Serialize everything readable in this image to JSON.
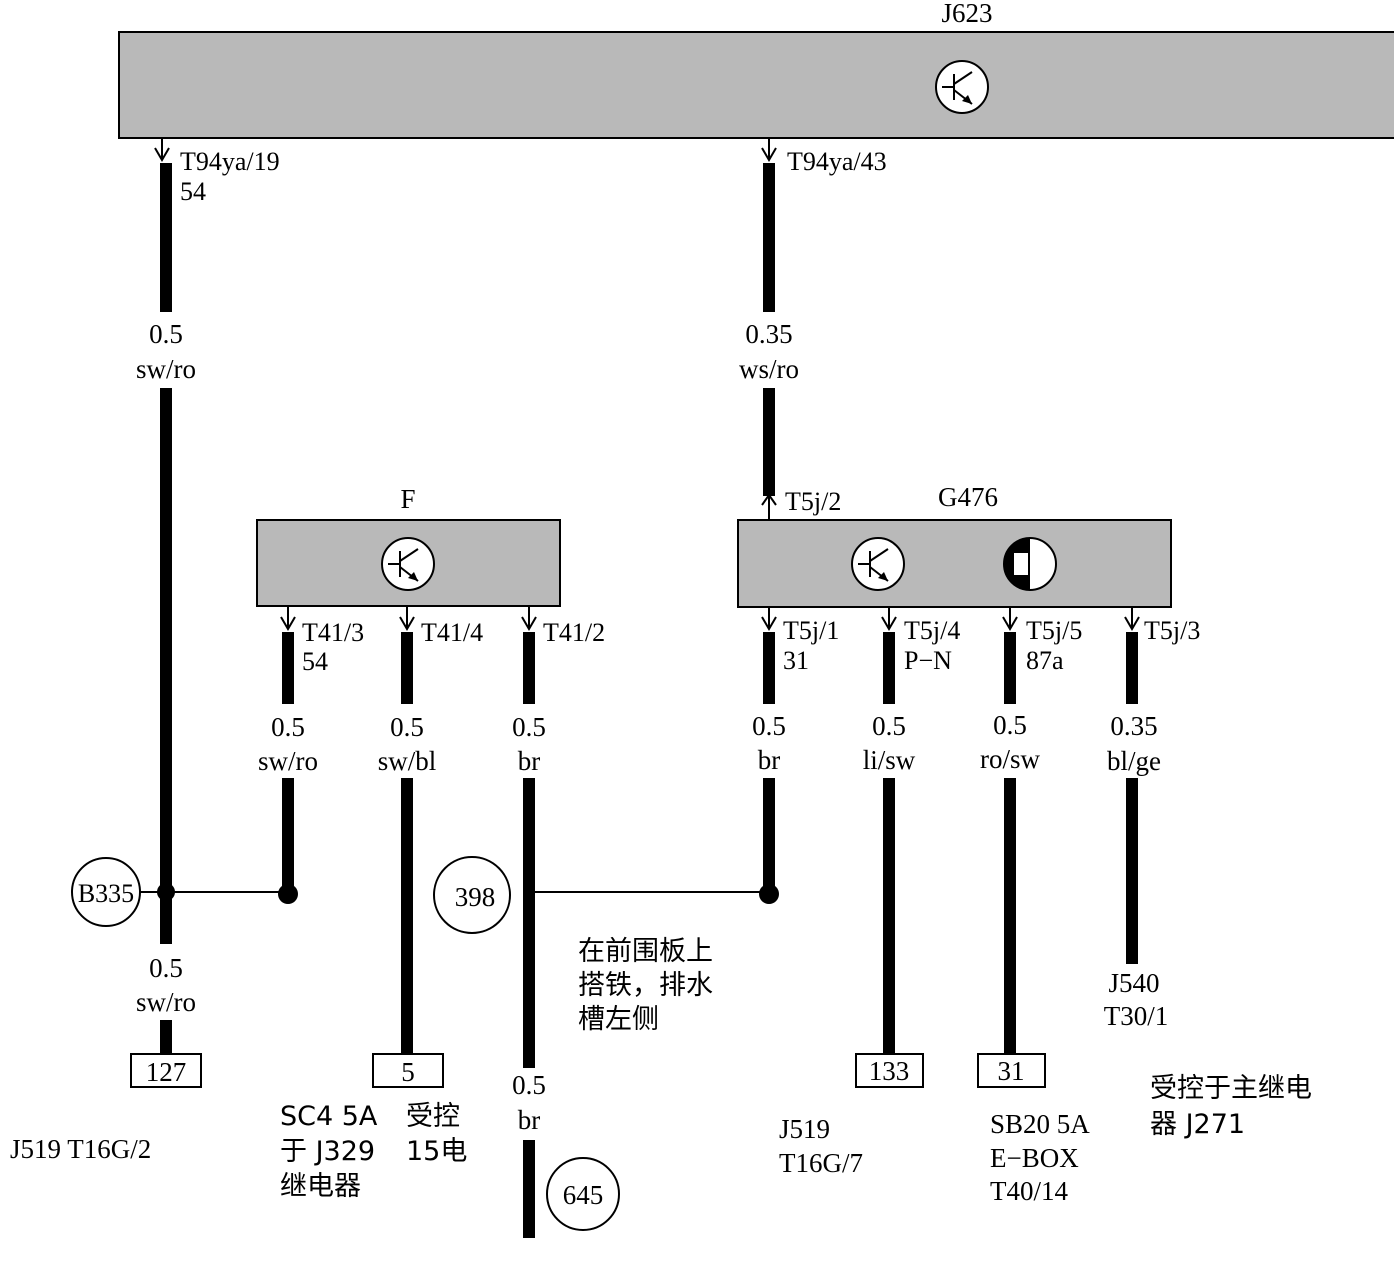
{
  "components": {
    "j623": {
      "label": "J623"
    },
    "f": {
      "label": "F"
    },
    "g476": {
      "label": "G476"
    }
  },
  "pins": {
    "t94ya_19": {
      "label": "T94ya/19",
      "sub": "54"
    },
    "t94ya_43": {
      "label": "T94ya/43"
    },
    "t5j_2": {
      "label": "T5j/2"
    },
    "t41_3": {
      "label": "T41/3",
      "sub": "54"
    },
    "t41_4": {
      "label": "T41/4"
    },
    "t41_2": {
      "label": "T41/2"
    },
    "t5j_1": {
      "label": "T5j/1",
      "sub": "31"
    },
    "t5j_4": {
      "label": "T5j/4",
      "sub": "P−N"
    },
    "t5j_5": {
      "label": "T5j/5",
      "sub": "87a"
    },
    "t5j_3": {
      "label": "T5j/3"
    }
  },
  "wires": {
    "w_left_top": {
      "size": "0.5",
      "color": "sw/ro"
    },
    "w_mid_top": {
      "size": "0.35",
      "color": "ws/ro"
    },
    "w_f1": {
      "size": "0.5",
      "color": "sw/ro"
    },
    "w_f2": {
      "size": "0.5",
      "color": "sw/bl"
    },
    "w_f3": {
      "size": "0.5",
      "color": "br"
    },
    "w_g1": {
      "size": "0.5",
      "color": "br"
    },
    "w_g4": {
      "size": "0.5",
      "color": "li/sw"
    },
    "w_g5": {
      "size": "0.5",
      "color": "ro/sw"
    },
    "w_g3": {
      "size": "0.35",
      "color": "bl/ge"
    },
    "w_left_bottom": {
      "size": "0.5",
      "color": "sw/ro"
    },
    "w_ground": {
      "size": "0.5",
      "color": "br"
    }
  },
  "nodes": {
    "b335": "B335",
    "n398": "398",
    "n645": "645"
  },
  "terminals": {
    "t127": "127",
    "t5": "5",
    "t133": "133",
    "t31": "31"
  },
  "notes": {
    "ground_note": [
      "在前围板上",
      "搭铁，排水",
      "槽左侧"
    ],
    "j519_t16g2": "J519  T16G/2",
    "sc4": [
      "SC4 5A",
      "于 J329",
      "继电器"
    ],
    "sc4_ctrl": [
      "受控",
      "15电"
    ],
    "j519_t16g7": [
      "J519",
      "T16G/7"
    ],
    "sb20": [
      "SB20  5A",
      "E−BOX",
      "T40/14"
    ],
    "j540": [
      "J540",
      "T30/1"
    ],
    "main_relay": [
      "受控于主继电",
      "器 J271"
    ]
  },
  "symbols": {
    "j623_symbol": "electronic-control-icon",
    "f_symbol": "electronic-control-icon",
    "g476_symbol_1": "electronic-control-icon",
    "g476_symbol_2": "sensor-icon"
  }
}
